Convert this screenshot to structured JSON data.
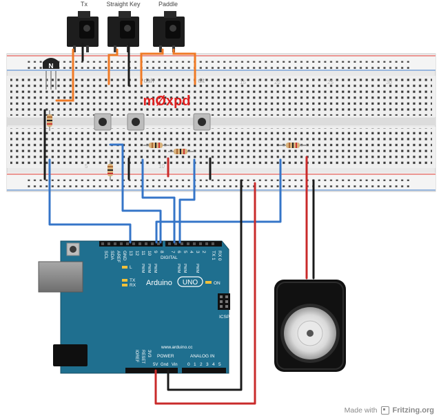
{
  "jacks": [
    {
      "label": "Tx"
    },
    {
      "label": "Straight Key"
    },
    {
      "label": "Paddle"
    }
  ],
  "breadboard": {
    "transistor_mark": "N",
    "dah": "dah",
    "dit": "dit",
    "call_sign": "mØxpd",
    "row_numbers": [
      "5",
      "10",
      "15",
      "20",
      "25",
      "30"
    ]
  },
  "arduino": {
    "logo_text": "Arduino",
    "uno_badge": "UNO",
    "digital": "DIGITAL",
    "top_pins": [
      "SCL",
      "SDA",
      "AREF",
      "GND",
      "13",
      "12",
      "11",
      "10",
      "9",
      "8",
      "7",
      "6",
      "5",
      "4",
      "3",
      "2",
      "TX 1",
      "RX 0"
    ],
    "pwm": "PWM",
    "led_l": "L",
    "led_tx": "TX",
    "led_rx": "RX",
    "led_on": "ON",
    "icsp": "ICSP",
    "url": "www.arduino.cc",
    "power": "POWER",
    "analog_in": "ANALOG IN",
    "power_pins": [
      "IOREF",
      "RESET",
      "3V3",
      "5V",
      "Gnd",
      "Vin"
    ],
    "analog_pins": [
      "0",
      "1",
      "2",
      "3",
      "4",
      "5"
    ]
  },
  "footer": {
    "made_with": "Made with",
    "brand": "Fritzing.org"
  },
  "colors": {
    "board": "#1f6f8f",
    "wire_blue": "#3575c8",
    "wire_orange": "#f07a25",
    "wire_red": "#c92a2a",
    "wire_black": "#1a1a1a",
    "call_sign": "#e02020"
  }
}
